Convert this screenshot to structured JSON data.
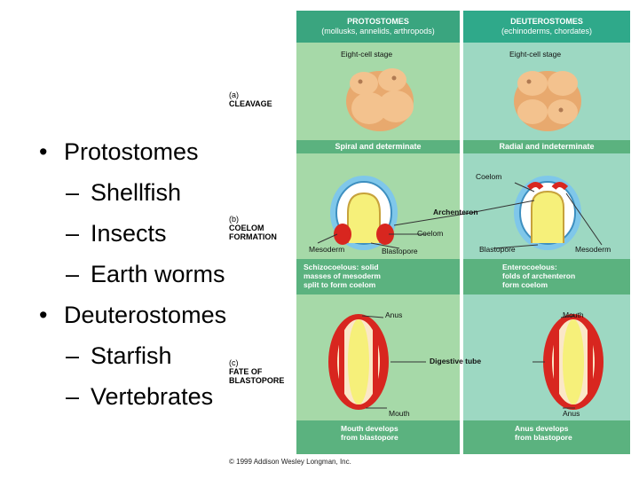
{
  "bullets": [
    {
      "text": "Protostomes",
      "children": [
        "Shellfish",
        "Insects",
        "Earth worms"
      ]
    },
    {
      "text": "Deuterostomes",
      "children": [
        "Starfish",
        "Vertebrates"
      ]
    }
  ],
  "bullet_glyph": "•",
  "dash_glyph": "–",
  "stages": {
    "a": {
      "letter": "(a)",
      "name": "CLEAVAGE"
    },
    "b": {
      "letter": "(b)",
      "name_line1": "COELOM",
      "name_line2": "FORMATION"
    },
    "c": {
      "letter": "(c)",
      "name_line1": "FATE OF",
      "name_line2": "BLASTOPORE"
    }
  },
  "columns": {
    "protostomes": {
      "title": "PROTOSTOMES",
      "subtitle": "(mollusks, annelids, arthropods)"
    },
    "deuterostomes": {
      "title": "DEUTEROSTOMES",
      "subtitle": "(echinoderms, chordates)"
    }
  },
  "cleavage": {
    "proto_stage": "Eight-cell stage",
    "deut_stage": "Eight-cell stage",
    "proto_type": "Spiral and determinate",
    "deut_type": "Radial and indeterminate"
  },
  "coelom": {
    "coelom": "Coelom",
    "archenteron": "Archenteron",
    "coelom_proto": "Coelom",
    "mesoderm_proto": "Mesoderm",
    "blastopore_proto": "Blastopore",
    "blastopore_deut": "Blastopore",
    "mesoderm_deut": "Mesoderm",
    "proto_desc": [
      "Schizocoelous: solid",
      "masses of mesoderm",
      "split to form coelom"
    ],
    "deut_desc": [
      "Enterocoelous:",
      "folds of archenteron",
      "form coelom"
    ]
  },
  "blastopore": {
    "anus": "Anus",
    "mouth_top": "Mouth",
    "digestive_tube": "Digestive tube",
    "mouth_bottom": "Mouth",
    "anus_bottom": "Anus",
    "proto_desc": [
      "Mouth develops",
      "from blastopore"
    ],
    "deut_desc": [
      "Anus develops",
      "from blastopore"
    ]
  },
  "copyright": "© 1999 Addison Wesley Longman, Inc.",
  "colors": {
    "header_proto": "#3aa57f",
    "header_deut": "#2fa98a",
    "panel_proto": "#a6d9a8",
    "panel_deut": "#9dd8c2",
    "strip": "#5bb27f",
    "cell": "#f3c28e",
    "mesoderm": "#d8261f",
    "coelom": "#7fc7ea",
    "gut": "#f6f07a"
  }
}
